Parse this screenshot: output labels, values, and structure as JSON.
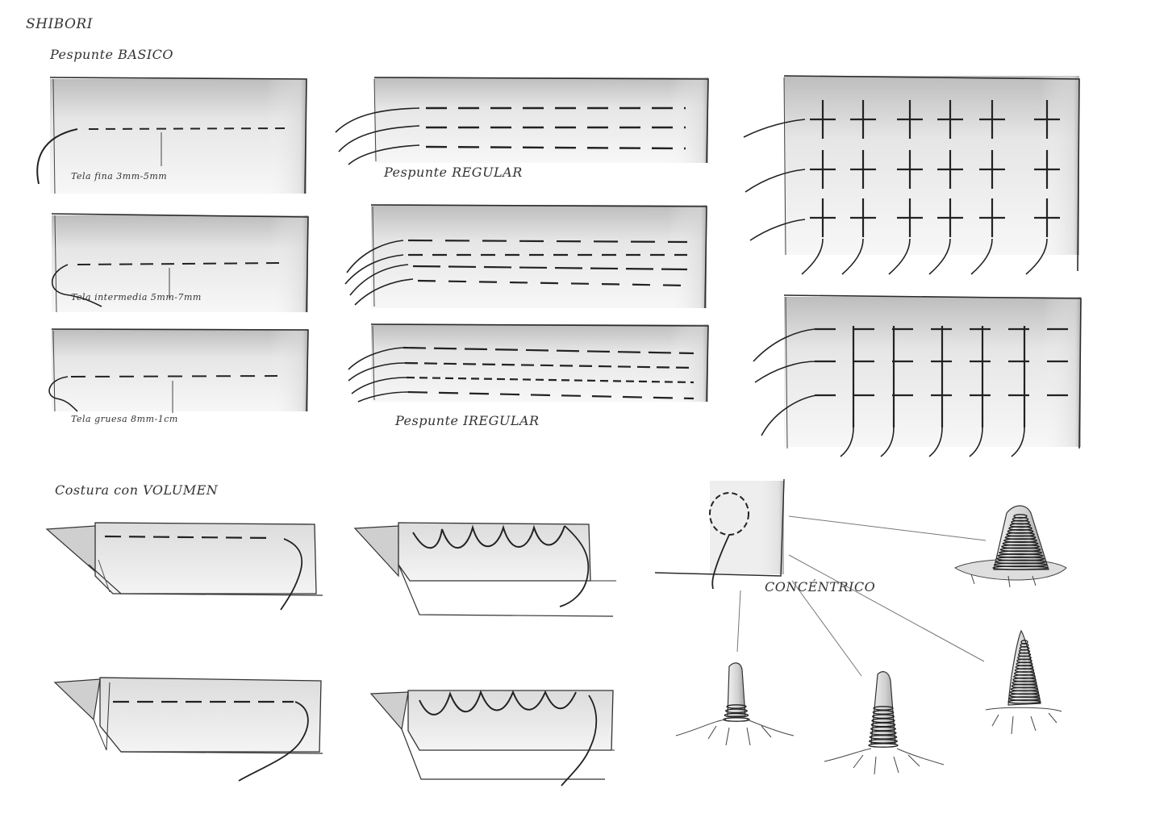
{
  "title": "SHIBORI",
  "sections": {
    "basic": "Pespunte BASICO",
    "regular": "Pespunte REGULAR",
    "irregular": "Pespunte IREGULAR",
    "volume": "Costura con VOLUMEN",
    "concentric": "CONCÉNTRICO"
  },
  "fabrics": [
    {
      "label": "Tela fina 3mm-5mm"
    },
    {
      "label": "Tela intermedia 5mm-7mm"
    },
    {
      "label": "Tela gruesa 8mm-1cm"
    }
  ],
  "colors": {
    "ink": "#2a2a2a",
    "shade": "#d4d4d4",
    "paper": "#ffffff"
  }
}
